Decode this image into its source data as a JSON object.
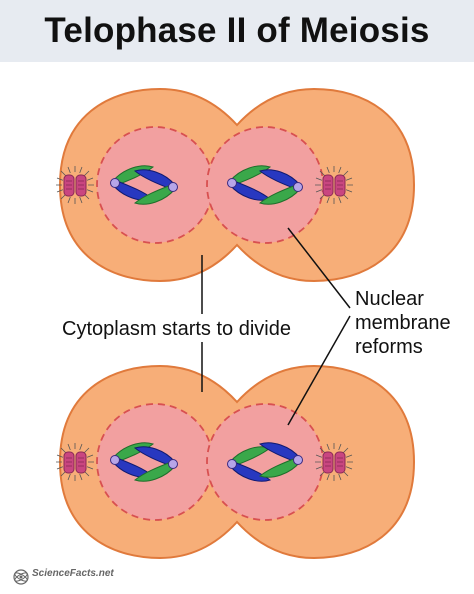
{
  "title": "Telophase II of Meiosis",
  "labels": {
    "cytoplasm": "Cytoplasm starts to divide",
    "nuclear_line1": "Nuclear",
    "nuclear_line2": "membrane",
    "nuclear_line3": "reforms"
  },
  "logo": "ScienceFacts.net",
  "colors": {
    "cell_fill": "#f7ae78",
    "cell_stroke": "#e07a3c",
    "nucleus_fill": "#f2a0a0",
    "nucleus_stroke": "#d85050",
    "chromatid_green": "#3aa84a",
    "chromatid_blue": "#2838c0",
    "centromere": "#b7a5e8",
    "centriole_fill": "#c94680",
    "title_bg": "#e7ebf1"
  }
}
